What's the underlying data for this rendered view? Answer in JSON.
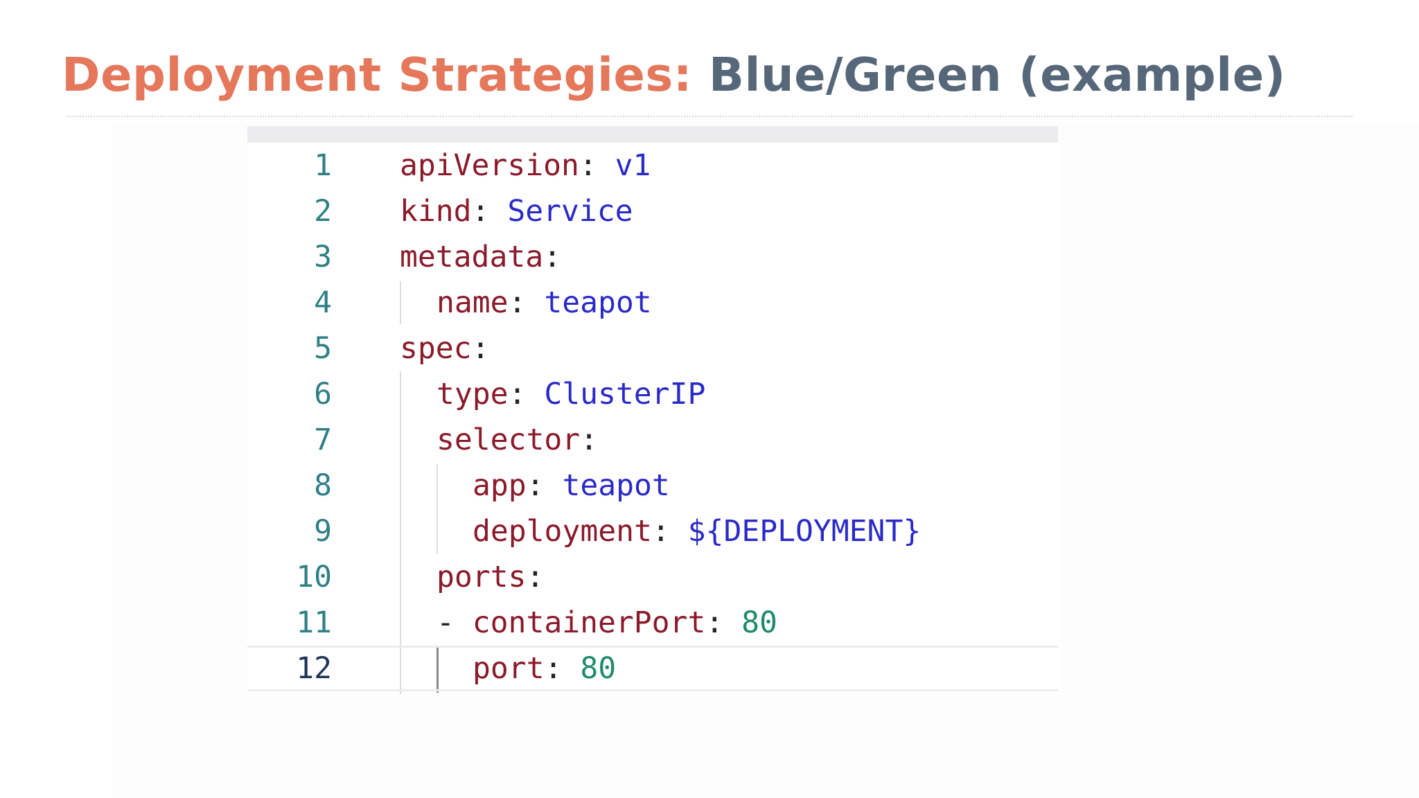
{
  "slide": {
    "title_accent": "Deployment Strategies:",
    "title_main": "Blue/Green (example)"
  },
  "editor": {
    "current_line": "12",
    "lines": [
      {
        "number": "1",
        "key": "apiVersion",
        "sep": ": ",
        "value": "v1",
        "value_type": "string"
      },
      {
        "number": "2",
        "key": "kind",
        "sep": ": ",
        "value": "Service",
        "value_type": "string"
      },
      {
        "number": "3",
        "key": "metadata",
        "sep": ":",
        "value": "",
        "value_type": "none"
      },
      {
        "number": "4",
        "key": "name",
        "sep": ": ",
        "value": "teapot",
        "value_type": "string"
      },
      {
        "number": "5",
        "key": "spec",
        "sep": ":",
        "value": "",
        "value_type": "none"
      },
      {
        "number": "6",
        "key": "type",
        "sep": ": ",
        "value": "ClusterIP",
        "value_type": "string"
      },
      {
        "number": "7",
        "key": "selector",
        "sep": ":",
        "value": "",
        "value_type": "none"
      },
      {
        "number": "8",
        "key": "app",
        "sep": ": ",
        "value": "teapot",
        "value_type": "string"
      },
      {
        "number": "9",
        "key": "deployment",
        "sep": ": ",
        "value": "${DEPLOYMENT}",
        "value_type": "string"
      },
      {
        "number": "10",
        "key": "ports",
        "sep": ":",
        "value": "",
        "value_type": "none"
      },
      {
        "number": "11",
        "dash": "- ",
        "key": "containerPort",
        "sep": ": ",
        "value": "80",
        "value_type": "number"
      },
      {
        "number": "12",
        "key": "port",
        "sep": ": ",
        "value": "80",
        "value_type": "number"
      }
    ]
  },
  "colors": {
    "title_accent": "#e5775b",
    "title_main": "#57677a",
    "yaml_key": "#8b1a2a",
    "yaml_string": "#2a2ac8",
    "yaml_number": "#1e8b6a",
    "line_number": "#2f7f86"
  }
}
